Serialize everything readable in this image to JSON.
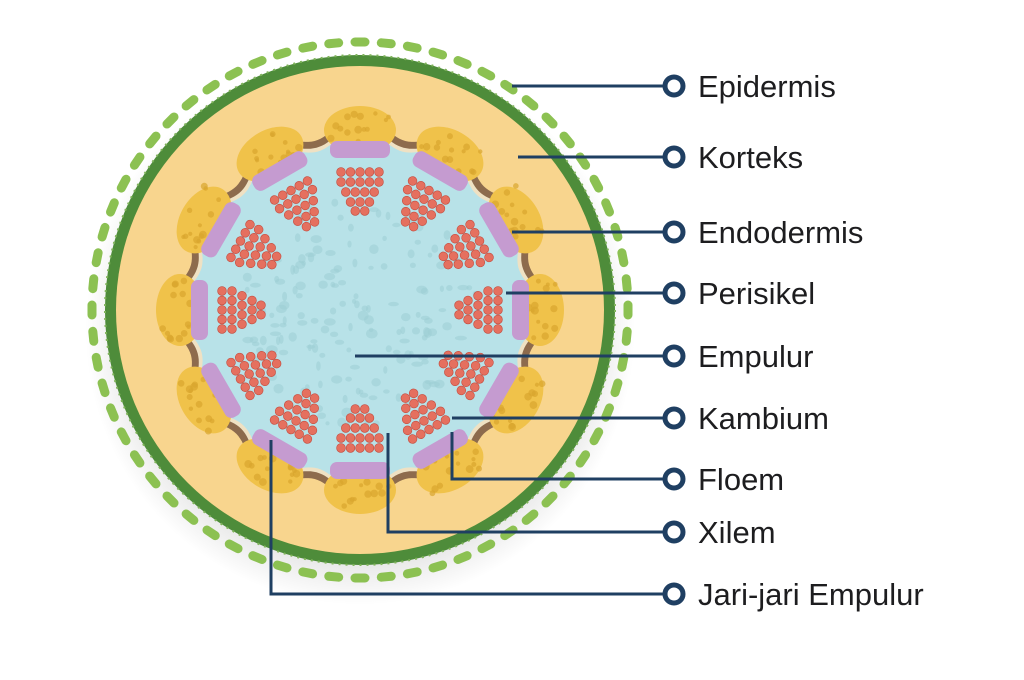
{
  "diagram": {
    "labels": [
      {
        "key": "epidermis",
        "text": "Epidermis"
      },
      {
        "key": "korteks",
        "text": "Korteks"
      },
      {
        "key": "endodermis",
        "text": "Endodermis"
      },
      {
        "key": "perisikel",
        "text": "Perisikel"
      },
      {
        "key": "empulur",
        "text": "Empulur"
      },
      {
        "key": "kambium",
        "text": "Kambium"
      },
      {
        "key": "floem",
        "text": "Floem"
      },
      {
        "key": "xilem",
        "text": "Xilem"
      },
      {
        "key": "jari_jari_empulur",
        "text": "Jari-jari Empulur"
      }
    ],
    "colors": {
      "epidermis": "#8cc152",
      "outer_ring": "#4e8c3a",
      "korteks": "#f8d58e",
      "endodermis": "#8d6b4d",
      "perisikel": "#efe1c3",
      "empulur": "#b8e2e8",
      "empulur_cells": "#9ccdd3",
      "kambium": "#c59bd0",
      "floem": "#f0c24a",
      "xilem": "#e5705f",
      "leader_line": "#1f3f62"
    }
  }
}
